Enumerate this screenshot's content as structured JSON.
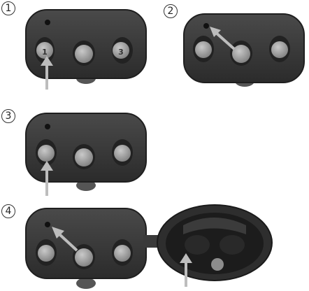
{
  "steps": [
    {
      "number": "1",
      "button_labels": [
        "1",
        "3"
      ],
      "arrow_target": "button-1",
      "led": "indicator-light"
    },
    {
      "number": "2",
      "arrow_target": "indicator-light"
    },
    {
      "number": "3",
      "arrow_target": "button-1"
    },
    {
      "number": "4",
      "arrow_target": "indicator-light",
      "extra": "opened-battery-cover",
      "extra_arrow_target": "battery-compartment"
    }
  ],
  "colors": {
    "remote_body": "#3a3a3a",
    "remote_edge": "#1f1f1f",
    "button": "#9a9a9a",
    "arrow": "#b8b8b8",
    "cover_inner": "#2a2a2a"
  }
}
